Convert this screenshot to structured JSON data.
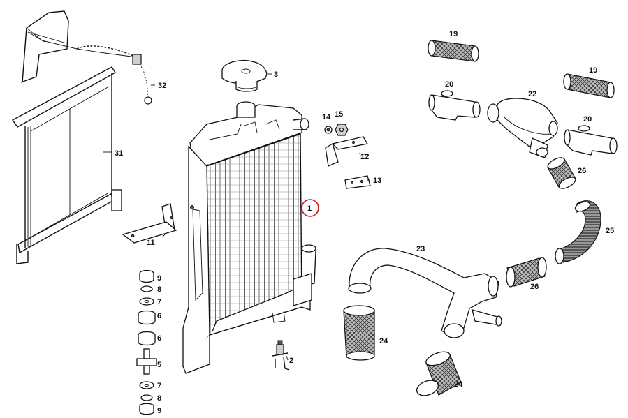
{
  "diagram": {
    "highlight_color": "#d11a1a",
    "parts": [
      {
        "id": "radiator",
        "label": "1",
        "highlighted": true
      },
      {
        "id": "drain-tap",
        "label": "2"
      },
      {
        "id": "radiator-cap",
        "label": "3"
      },
      {
        "id": "stud",
        "label": "5"
      },
      {
        "id": "rubber-washer-1",
        "label": "6"
      },
      {
        "id": "rubber-washer-2",
        "label": "6"
      },
      {
        "id": "washer-top",
        "label": "7"
      },
      {
        "id": "washer-bottom",
        "label": "7"
      },
      {
        "id": "lock-washer-top",
        "label": "8"
      },
      {
        "id": "lock-washer-bottom",
        "label": "8"
      },
      {
        "id": "nut-top",
        "label": "9"
      },
      {
        "id": "nut-bottom",
        "label": "9"
      },
      {
        "id": "bracket-left",
        "label": "11"
      },
      {
        "id": "bracket-right",
        "label": "12"
      },
      {
        "id": "plate",
        "label": "13"
      },
      {
        "id": "washer-small",
        "label": "14"
      },
      {
        "id": "nut-small",
        "label": "15"
      },
      {
        "id": "hose-top-1",
        "label": "19"
      },
      {
        "id": "hose-top-2",
        "label": "19"
      },
      {
        "id": "elbow-1",
        "label": "20"
      },
      {
        "id": "elbow-2",
        "label": "20"
      },
      {
        "id": "thermostat-housing",
        "label": "22"
      },
      {
        "id": "water-pipe",
        "label": "23"
      },
      {
        "id": "hose-lower-1",
        "label": "24"
      },
      {
        "id": "hose-lower-2",
        "label": "24"
      },
      {
        "id": "curved-hose",
        "label": "25"
      },
      {
        "id": "hose-short-1",
        "label": "26"
      },
      {
        "id": "hose-short-2",
        "label": "26"
      },
      {
        "id": "blind",
        "label": "31"
      },
      {
        "id": "blind-chain",
        "label": "32"
      }
    ]
  }
}
